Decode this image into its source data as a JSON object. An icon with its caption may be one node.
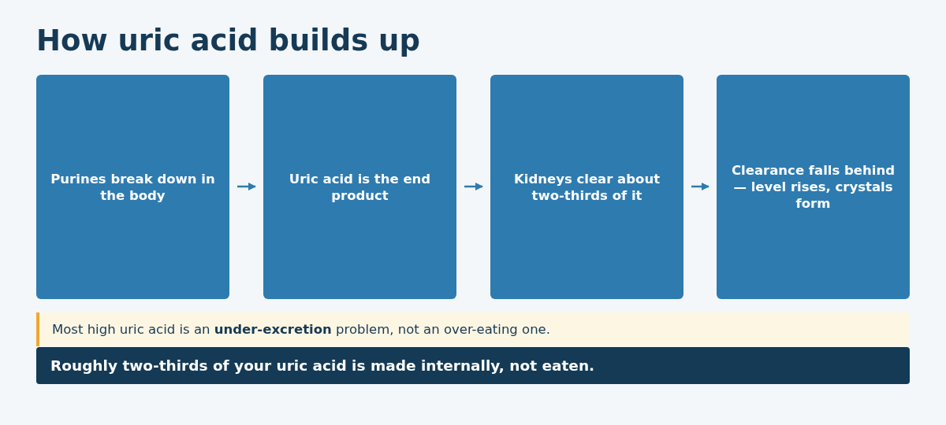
{
  "diagram": {
    "title": "How uric acid builds up",
    "nodes": [
      {
        "text": [
          "Purines break down in the body"
        ]
      },
      {
        "text": [
          "Uric acid is the end product"
        ]
      },
      {
        "text": [
          "Kidneys clear about two-thirds of it"
        ]
      },
      {
        "text": [
          "Clearance falls behind — level rises, crystals form"
        ]
      },
      {
        "text": [
          "Most high uric acid is an **under-excretion** problem, not an over-eating one."
        ]
      },
      {
        "text": [
          "Roughly two-thirds of your uric acid is made internally, not eaten."
        ]
      }
    ],
    "edges": [
      {
        "from": 0,
        "to": 1,
        "arrow": "to"
      },
      {
        "from": 1,
        "to": 2,
        "arrow": "to"
      },
      {
        "from": 2,
        "to": 3,
        "arrow": "to"
      }
    ]
  }
}
